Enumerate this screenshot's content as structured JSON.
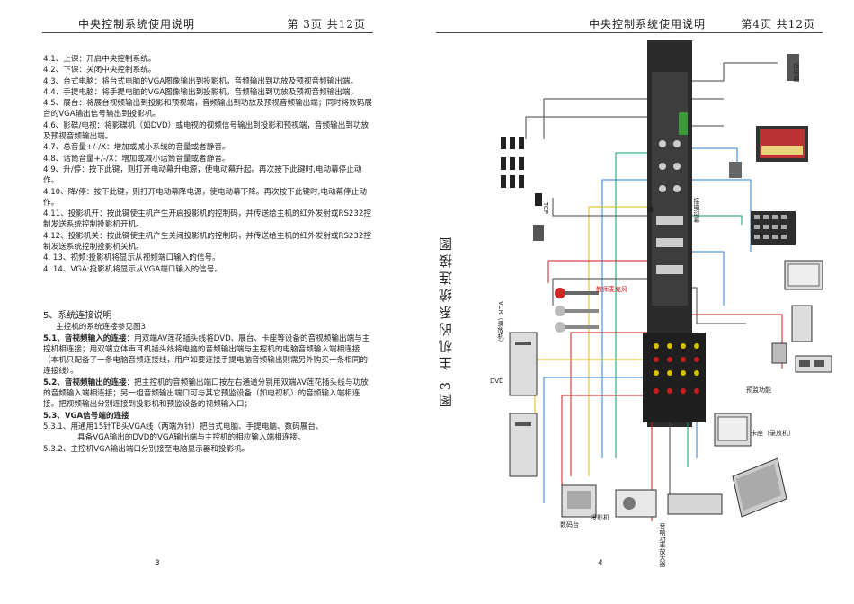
{
  "left": {
    "header_title": "中央控制系统使用说明",
    "header_page": "第 3页 共12页",
    "items": [
      "4.1、上课：开启中央控制系统。",
      "4.2、下课：关闭中央控制系统。",
      "4.3、台式电脑：将台式电脑的VGA图像输出到投影机，音频输出到功放及预视音频输出端。",
      "4.4、手提电脑：将手提电脑的VGA图像输出到投影机，音频输出到功放及预视音频输出端。",
      "4.5、展台：将展台视频输出到投影和预视端，音频输出到功放及预视音频输出端；同时将数码展台的VGA输出信号输出到投影机。",
      "4.6、影碟/电视：将影碟机（如DVD）或电视的视频信号输出到投影和预视端，音频输出到功放及预视音频输出端。",
      "4.7、总音量+/-/X：增加或减小系统的音量或者静音。",
      "4.8、话筒音量+/-/X：增加或减小话筒音量或者静音。",
      "4.9、升/停：按下此键，则打开电动幕升电源，使电动幕升起。再次按下此键时,电动幕停止动作。",
      "4.10、降/停：按下此键，则打开电动幕降电源，使电动幕下降。再次按下此键时,电动幕停止动作。",
      "4.11、投影机开：按此键使主机产生开启投影机的控制码，并传送给主机的红外发射或RS232控制发送系统控制投影机开机。",
      "4.12、投影机关：按此键使主机产生关闭投影机的控制码，并传送给主机的红外发射或RS232控制发送系统控制投影机关机。",
      "4. 13、视频:投影机将显示从视频端口输入的信号。",
      "4. 14、VGA:投影机将显示从VGA端口输入的信号。"
    ],
    "section_title": "5、系统连接说明",
    "section_intro": "主控机的系统连接参见图3",
    "p51_head": "5.1、音视频输入的连接",
    "p51_body": "：用双端AV莲花插头线将DVD、展台、卡座等设备的音视频输出端与主控机相连接；用双端立体声耳机插头线将电脑的音频输出端与主控机的电脑音频输入端相连接（本机只配备了一条电脑音频连接线，用户如要连接手提电脑音频输出则需另外购买一条相同的连接线）。",
    "p52_head": "5.2、音视频输出的连接",
    "p52_body": "：把主控机的音频输出端口按左右通道分别用双端AV莲花插头线与功放的音频输入端相连接；另一组音频输出端口可与其它预监设备（如电视机）的音频输入端相连接。把视频输出分别连接到投影机和预监设备的视频输入口；",
    "p53_head": "5.3、VGA信号端的连接",
    "p531": "5.3.1、用通用15针TB头VGA线（两端为针）把台式电脑、手提电脑、数码展台、",
    "p531b": "具备VGA输出的DVD的VGA输出端与主控机的相应输入端相连接。",
    "p532": "5.3.2、主控机VGA输出端口分别接至电脑显示器和投影机。",
    "page_number": "3"
  },
  "right": {
    "header_title": "中央控制系统使用说明",
    "header_page": "第4页 共12页",
    "figure_caption": "图3  主机的系统连接图",
    "figure_subcaption": "(录放机)",
    "labels": {
      "dvd": "DVD",
      "vcr": "VCR（录放机）",
      "tv": "预监功能",
      "tv2": "卡座（录放机）",
      "projector": "投影机",
      "booth": "数码台",
      "tcp": "TCP",
      "mic": "教师麦克风",
      "pc": "接电脑",
      "screen": "接电动幕",
      "amp": "音响功率放大器"
    },
    "page_number": "4"
  }
}
